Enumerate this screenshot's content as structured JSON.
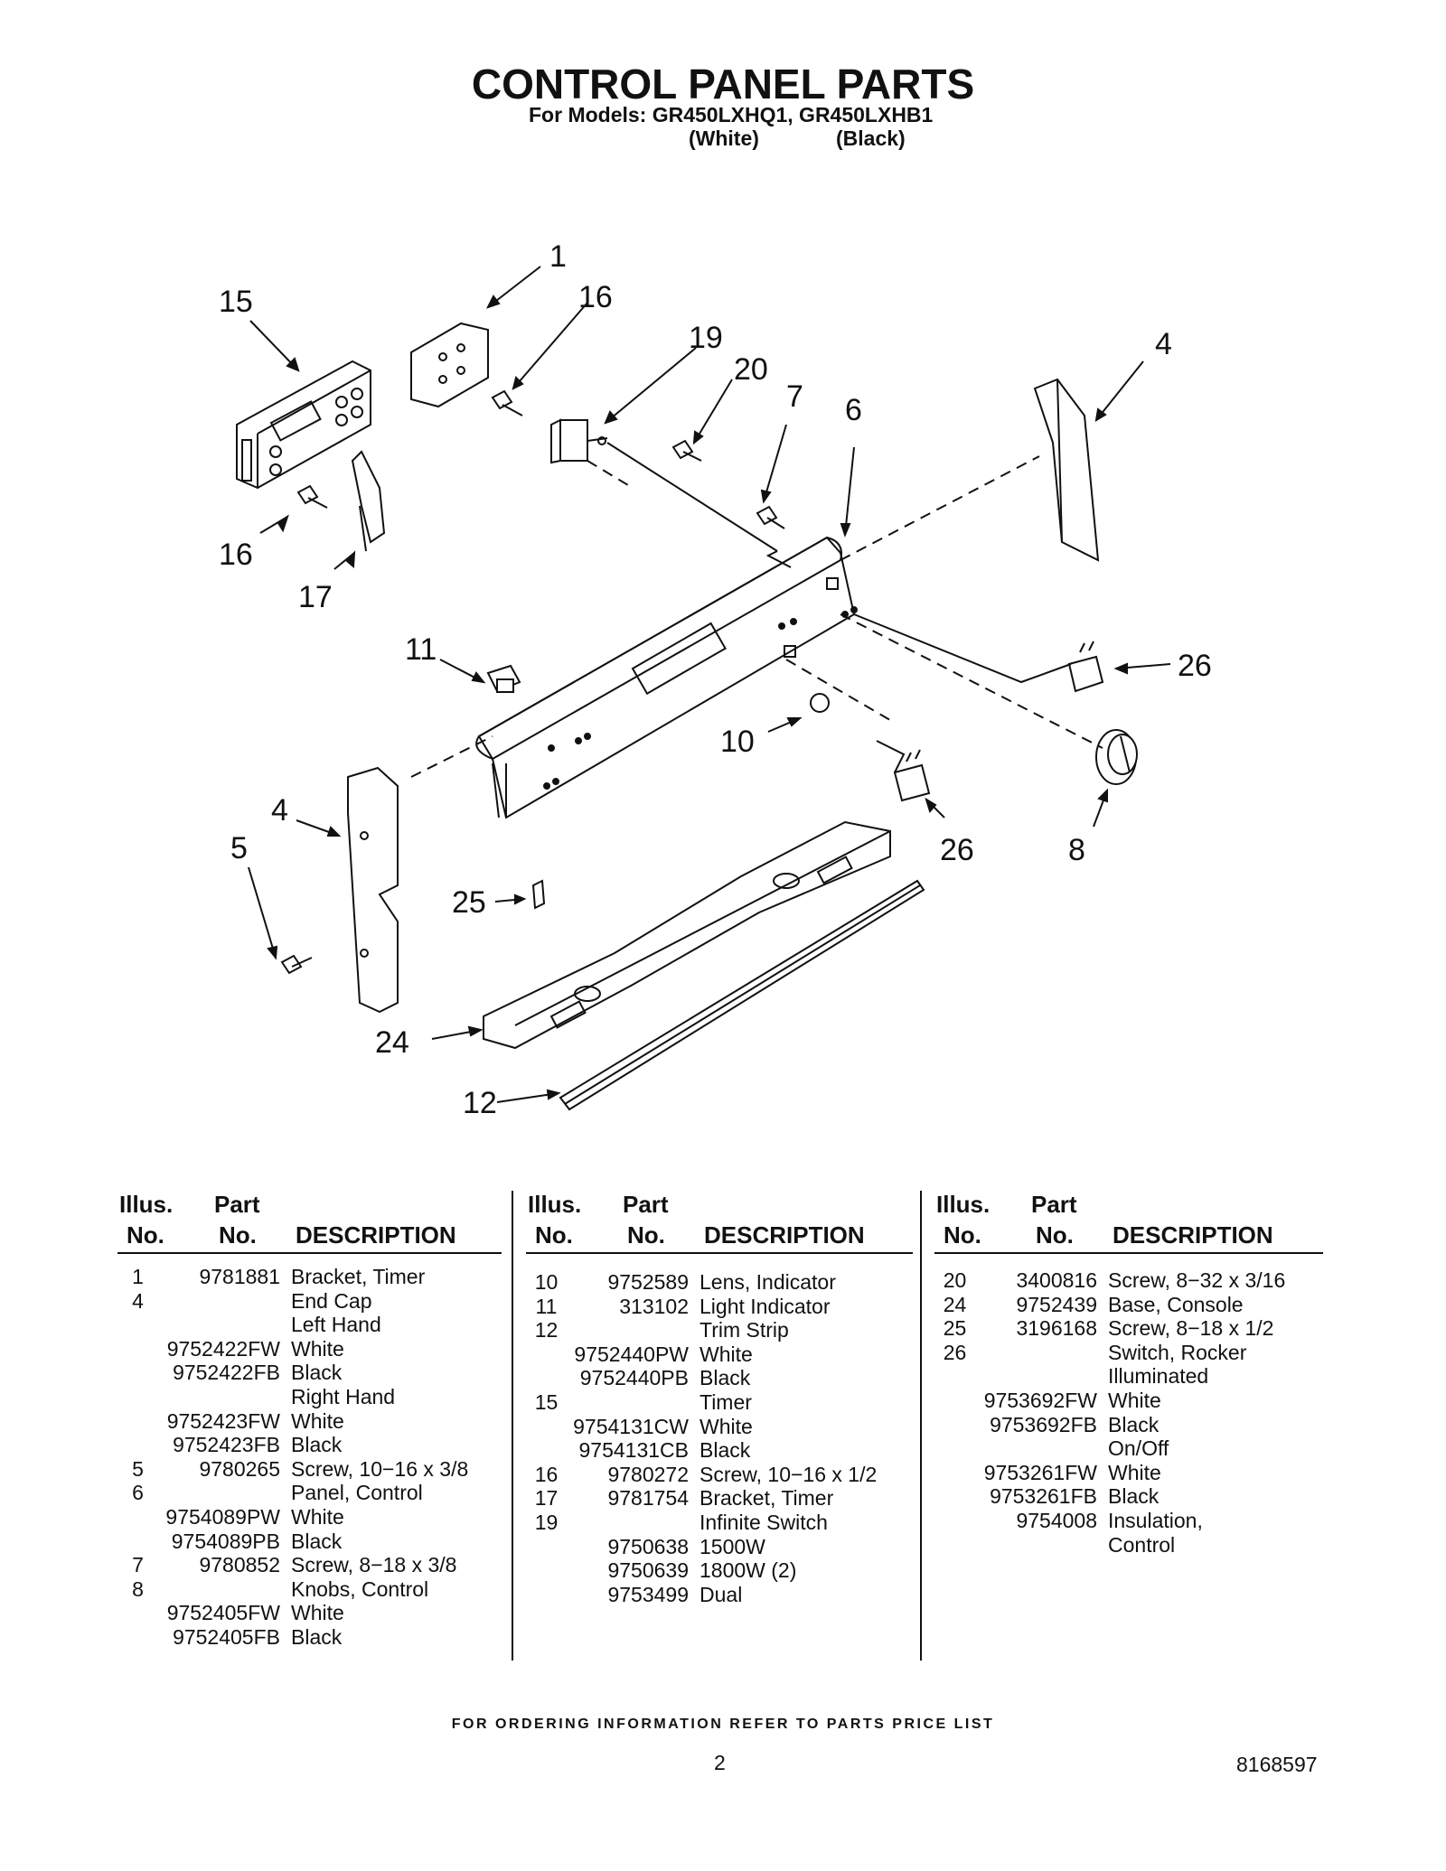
{
  "header": {
    "title": "CONTROL PANEL PARTS",
    "models_label": "For Models: GR450LXHQ1, GR450LXHB1",
    "variant_white": "(White)",
    "variant_black": "(Black)"
  },
  "diagram": {
    "callouts": [
      "1",
      "15",
      "16",
      "19",
      "20",
      "7",
      "6",
      "4",
      "16",
      "17",
      "11",
      "26",
      "10",
      "4",
      "5",
      "25",
      "26",
      "8",
      "24",
      "12"
    ]
  },
  "table_headers": {
    "illus_top": "Illus.",
    "illus_bottom": "No.",
    "part_top": "Part",
    "part_bottom": "No.",
    "description": "DESCRIPTION"
  },
  "columns": [
    {
      "rows": [
        {
          "illus": "1",
          "part": "9781881",
          "desc": "Bracket, Timer"
        },
        {
          "illus": "4",
          "part": "",
          "desc": "End Cap"
        },
        {
          "illus": "",
          "part": "",
          "desc": "Left Hand"
        },
        {
          "illus": "",
          "part": "9752422FW",
          "desc": "White"
        },
        {
          "illus": "",
          "part": "9752422FB",
          "desc": "Black"
        },
        {
          "illus": "",
          "part": "",
          "desc": "Right Hand"
        },
        {
          "illus": "",
          "part": "9752423FW",
          "desc": "White"
        },
        {
          "illus": "",
          "part": "9752423FB",
          "desc": "Black"
        },
        {
          "illus": "5",
          "part": "9780265",
          "desc": "Screw, 10−16 x 3/8"
        },
        {
          "illus": "6",
          "part": "",
          "desc": "Panel, Control"
        },
        {
          "illus": "",
          "part": "9754089PW",
          "desc": "White"
        },
        {
          "illus": "",
          "part": "9754089PB",
          "desc": "Black"
        },
        {
          "illus": "7",
          "part": "9780852",
          "desc": "Screw, 8−18 x 3/8"
        },
        {
          "illus": "8",
          "part": "",
          "desc": "Knobs, Control"
        },
        {
          "illus": "",
          "part": "9752405FW",
          "desc": "White"
        },
        {
          "illus": "",
          "part": "9752405FB",
          "desc": "Black"
        }
      ]
    },
    {
      "rows": [
        {
          "illus": "10",
          "part": "9752589",
          "desc": "Lens, Indicator"
        },
        {
          "illus": "11",
          "part": "313102",
          "desc": "Light Indicator"
        },
        {
          "illus": "12",
          "part": "",
          "desc": "Trim Strip"
        },
        {
          "illus": "",
          "part": "9752440PW",
          "desc": "White"
        },
        {
          "illus": "",
          "part": "9752440PB",
          "desc": "Black"
        },
        {
          "illus": "15",
          "part": "",
          "desc": "Timer"
        },
        {
          "illus": "",
          "part": "9754131CW",
          "desc": "White"
        },
        {
          "illus": "",
          "part": "9754131CB",
          "desc": "Black"
        },
        {
          "illus": "16",
          "part": "9780272",
          "desc": "Screw, 10−16 x 1/2"
        },
        {
          "illus": "17",
          "part": "9781754",
          "desc": "Bracket, Timer"
        },
        {
          "illus": "19",
          "part": "",
          "desc": "Infinite Switch"
        },
        {
          "illus": "",
          "part": "9750638",
          "desc": "1500W"
        },
        {
          "illus": "",
          "part": "9750639",
          "desc": "1800W (2)"
        },
        {
          "illus": "",
          "part": "9753499",
          "desc": "Dual"
        }
      ]
    },
    {
      "rows": [
        {
          "illus": "20",
          "part": "3400816",
          "desc": "Screw, 8−32 x 3/16"
        },
        {
          "illus": "24",
          "part": "9752439",
          "desc": "Base, Console"
        },
        {
          "illus": "25",
          "part": "3196168",
          "desc": "Screw, 8−18 x 1/2"
        },
        {
          "illus": "26",
          "part": "",
          "desc": "Switch, Rocker"
        },
        {
          "illus": "",
          "part": "",
          "desc": "Illuminated"
        },
        {
          "illus": "",
          "part": "9753692FW",
          "desc": "White"
        },
        {
          "illus": "",
          "part": "9753692FB",
          "desc": "Black"
        },
        {
          "illus": "",
          "part": "",
          "desc": "On/Off"
        },
        {
          "illus": "",
          "part": "9753261FW",
          "desc": "White"
        },
        {
          "illus": "",
          "part": "9753261FB",
          "desc": "Black"
        },
        {
          "illus": "",
          "part": "9754008",
          "desc": "Insulation,"
        },
        {
          "illus": "",
          "part": "",
          "desc": "Control"
        }
      ]
    }
  ],
  "footer": {
    "ordering_note": "FOR ORDERING INFORMATION REFER TO PARTS PRICE LIST",
    "page_number": "2",
    "document_number": "8168597"
  }
}
